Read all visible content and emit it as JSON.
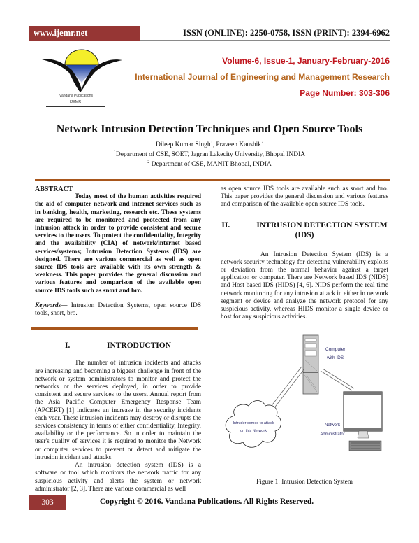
{
  "header": {
    "site_url": "www.ijemr.net",
    "issn": "ISSN (ONLINE): 2250-0758, ISSN (PRINT): 2394-6962",
    "volume": "Volume-6, Issue-1, January-February-2016",
    "journal": "International Journal of Engineering and Management Research",
    "pages": "Page Number: 303-306",
    "logo_caption": "Vandana Publications",
    "logo_abbrev": "IJEMR"
  },
  "colors": {
    "brand_maroon": "#963634",
    "accent_red": "#c0161e",
    "accent_orange": "#b5651d",
    "rule_orange": "#a8561b"
  },
  "paper": {
    "title": "Network Intrusion Detection Techniques and Open Source Tools",
    "author1": "Dileep Kumar Singh",
    "author1_sup": "1",
    "author_sep": ", ",
    "author2": "Praveen Kaushik",
    "author2_sup": "2",
    "affil1_sup": "1",
    "affil1": "Department of CSE, SOET, Jagran Lakecity University, Bhopal INDIA",
    "affil2_sup": "2",
    "affil2": " Department of CSE, MANIT Bhopal, INDIA"
  },
  "abstract": {
    "heading": "ABSTRACT",
    "body": "Today most of the human activities required the aid of computer network and internet services such as in banking, health, marketing, research etc. These systems are required to be monitored and protected from any intrusion attack in order to provide consistent and secure services to the users. To protect the confidentiality, Integrity and the availability (CIA) of network/internet based services/systems; Intrusion Detection Systems (IDS) are designed. There are various commercial as well as open source IDS tools are available with its own strength & weakness. This paper provides the general discussion and various features and comparison of the available open source IDS tools such as snort and bro."
  },
  "keywords": {
    "label": "Keywords—",
    "text": " Intrusion Detection Systems, open source IDS tools, snort, bro."
  },
  "sections": {
    "intro": {
      "number": "I.",
      "title": "INTRODUCTION",
      "p1": "The number of intrusion incidents and attacks are increasing and becoming a biggest challenge in front of the network or system administrators to monitor and protect the networks or the services deployed, in order to provide consistent and secure services to the users. Annual report from the Asia Pacific Computer Emergency Response Team (APCERT) [1] indicates an increase in the security incidents each year. These intrusion incidents may destroy or disrupts the services consistency in terms of either confidentiality, Integrity, availability or the performance. So in order to maintain the user's quality of services it is required to monitor the Network or computer services to prevent or detect and mitigate the intrusion incident and attacks.",
      "p2": "An intrusion detection system (IDS) is a software or tool which monitors the network traffic for any suspicious activity and alerts the system or network administrator [2, 3]. There are various commercial as well",
      "p2_cont": "as open source IDS tools are available such as snort and bro. This paper provides the general discussion and various features and comparison of the available open source IDS tools."
    },
    "ids": {
      "number": "II.",
      "title_line1": "INTRUSION DETECTION SYSTEM",
      "title_line2": "(IDS)",
      "p1": "An Intrusion Detection System (IDS) is a network security technology for detecting vulnerability exploits or deviation from the normal behavior against a target application or computer. There are Network based IDS (NIDS) and Host based IDS (HIDS) [4, 6]. NIDS perform the real time network monitoring for any intrusion attack in either in network segment or device and analyze the network protocol for any suspicious activity, whereas HIDS monitor a single device or host for any suspicious activities."
    }
  },
  "figure": {
    "label_server_1": "Computer",
    "label_server_2": "with IDS",
    "label_cloud_1": "Intruder comes to attack",
    "label_cloud_2": "on this Network",
    "label_admin_1": "Network",
    "label_admin_2": "Administrator",
    "caption": "Figure 1: Intrusion Detection System"
  },
  "footer": {
    "page_number": "303",
    "copyright": "Copyright © 2016. Vandana Publications. All Rights Reserved."
  }
}
